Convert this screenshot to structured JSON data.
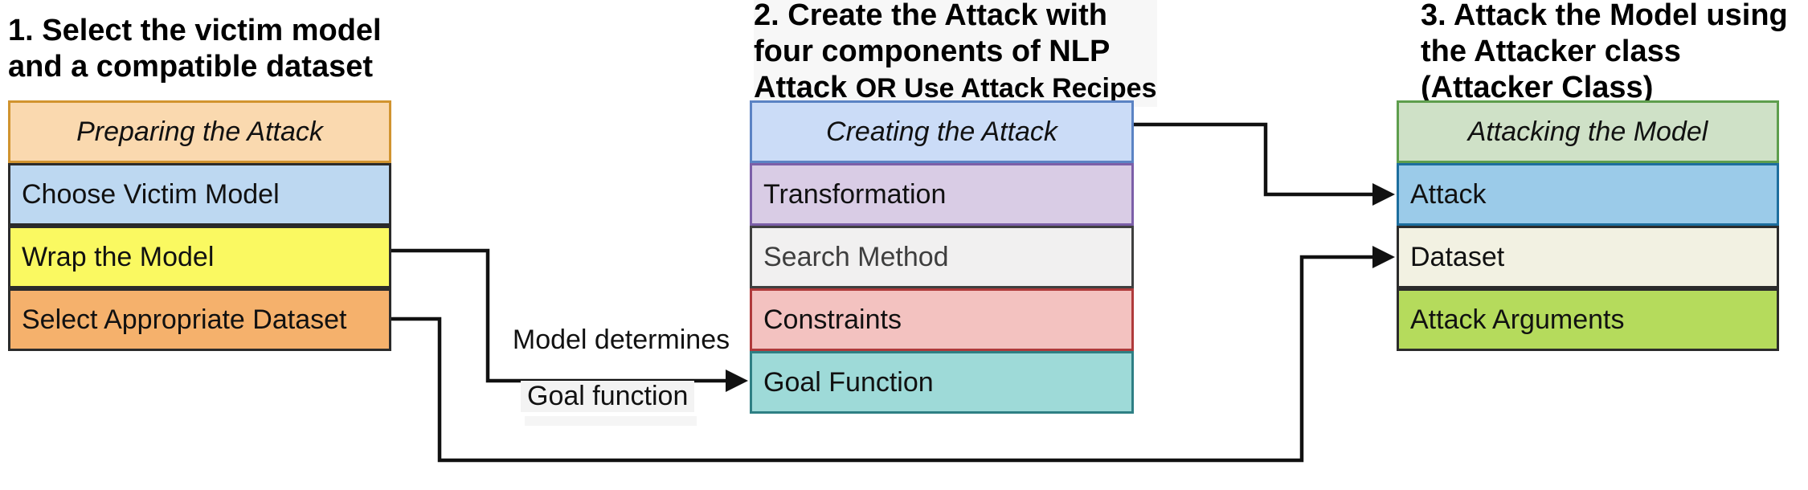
{
  "step1": {
    "title_line1": "1. Select the victim model",
    "title_line2": "and a compatible dataset",
    "panel": {
      "header": "Preparing the Attack",
      "rows": [
        "Choose Victim Model",
        "Wrap the Model",
        "Select Appropriate Dataset"
      ]
    }
  },
  "step2": {
    "title_line1": "2. Create the Attack with",
    "title_line2": "four components of NLP",
    "title_line3_a": "Attack ",
    "title_line3_b": "OR Use Attack Recipes",
    "panel": {
      "header": "Creating the Attack",
      "rows": [
        "Transformation",
        "Search Method",
        "Constraints",
        "Goal Function"
      ]
    }
  },
  "step3": {
    "title_line1": "3. Attack the Model using",
    "title_line2": "the Attacker class",
    "title_line3": "(Attacker Class)",
    "panel": {
      "header": "Attacking the Model",
      "rows": [
        "Attack",
        "Dataset",
        "Attack Arguments"
      ]
    }
  },
  "arrow_label": {
    "line1": "Model determines",
    "line2": "Goal function"
  },
  "colors": {
    "peach_fill": "#FAD9AF",
    "peach_border": "#D1942F",
    "light_blue_fill": "#BDD8F1",
    "yellow_fill": "#FAF961",
    "orange_fill": "#F5B16C",
    "periwinkle_fill": "#CBDCF7",
    "periwinkle_border": "#5B83C4",
    "purple_fill": "#D9CCE5",
    "purple_border": "#7C5FA8",
    "gray_fill": "#F1F0F0",
    "gray_text": "#3E3E3E",
    "pink_fill": "#F3C2C0",
    "pink_border": "#AF3A3B",
    "teal_fill": "#9EDAD8",
    "teal_border": "#2E7F84",
    "green_fill": "#CFE1C7",
    "green_border": "#5E9E4D",
    "sky_blue_fill": "#9BCBE9",
    "sky_blue_border": "#1D6E9E",
    "cream_fill": "#F2F1E2",
    "yellow_green_fill": "#B5DB5C",
    "arrow_color": "#111111"
  }
}
